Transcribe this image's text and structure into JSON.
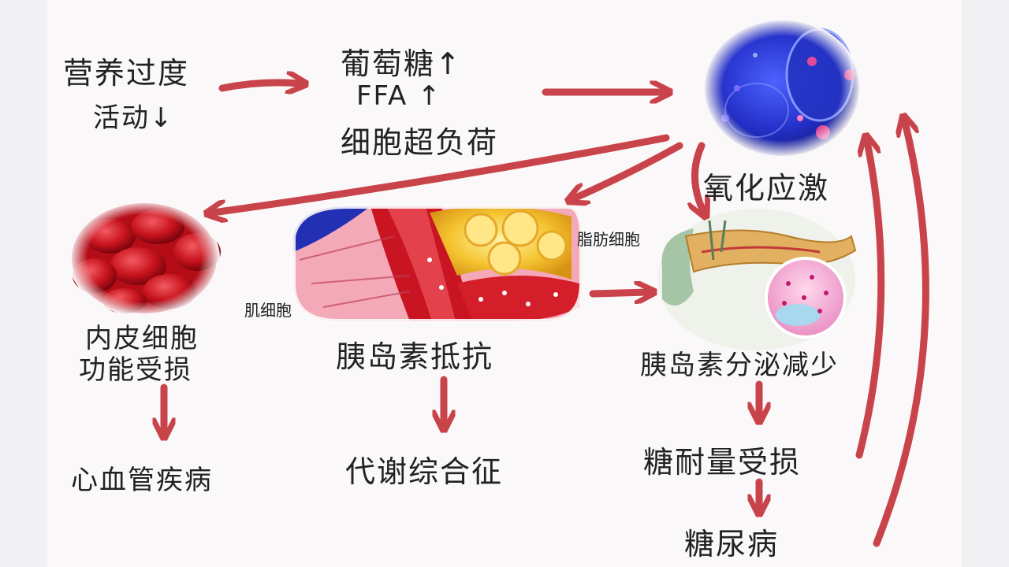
{
  "labels": {
    "nutrition": "营养过度",
    "activity": "活动↓",
    "glucose": "葡萄糖↑",
    "ffa": "FFA ↑",
    "cell_overload": "细胞超负荷",
    "oxidative_stress": "氧化应激",
    "fat_cell": "脂肪细胞",
    "muscle_cell": "肌细胞",
    "endothelial_line1": "内皮细胞",
    "endothelial_line2": "功能受损",
    "insulin_resistance": "胰岛素抵抗",
    "insulin_secretion": "胰岛素分泌减少",
    "cardiovascular": "心血管疾病",
    "metabolic_syndrome": "代谢综合征",
    "glucose_tolerance": "糖耐量受损",
    "diabetes": "糖尿病"
  },
  "colors": {
    "arrow": "#c9444a",
    "text": "#222222",
    "blood_red": "#c0141e",
    "cell_blue": "#2e3fd6",
    "fat_yellow": "#f2c22c",
    "pancreas_tan": "#e2b061"
  },
  "icons": [
    "blood-cells-image",
    "blue-cell-image",
    "tissue-cross-section-image",
    "pancreas-image"
  ]
}
